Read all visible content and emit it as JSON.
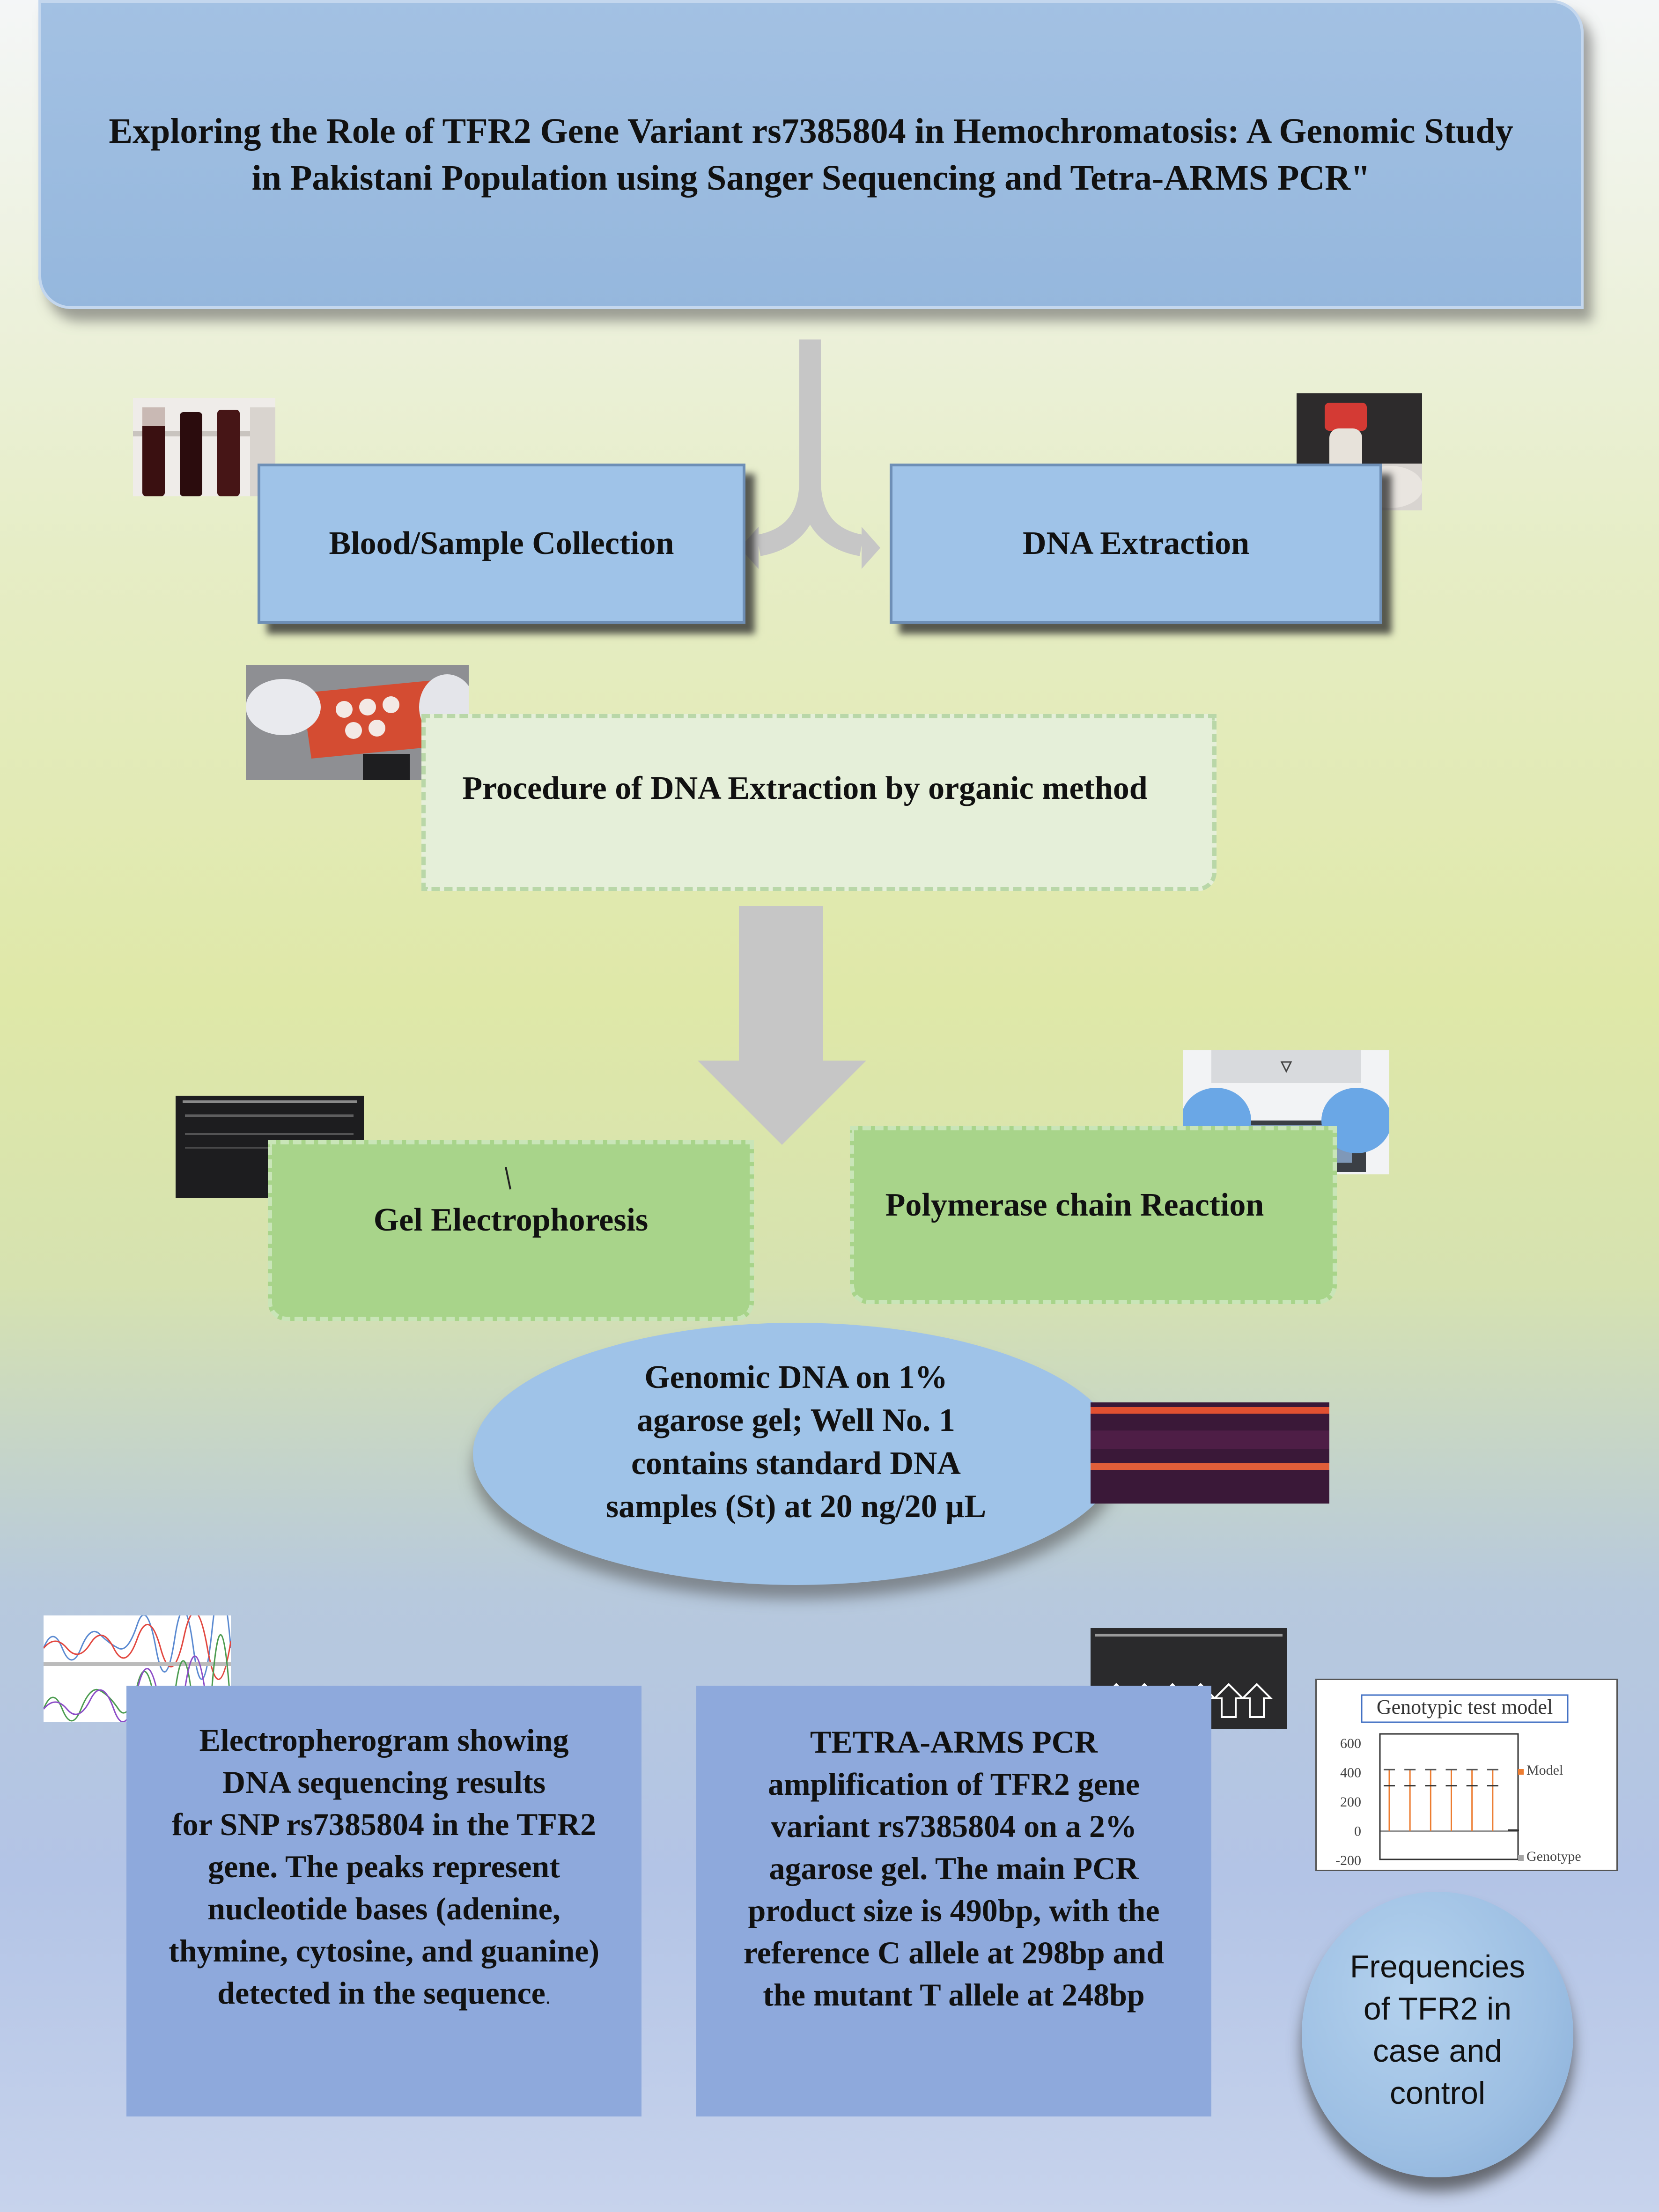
{
  "title": "Exploring the Role of TFR2 Gene Variant rs7385804 in Hemochromatosis: A Genomic Study in Pakistani Population using Sanger Sequencing and Tetra-ARMS PCR\"",
  "steps": {
    "blood": "Blood/Sample Collection",
    "dna_extraction": "DNA Extraction",
    "procedure": "Procedure of DNA Extraction by organic method",
    "gel": "Gel Electrophoresis",
    "pcr": "Polymerase chain Reaction"
  },
  "genomic_dna": {
    "lines": [
      "Genomic DNA on 1%",
      "agarose gel; Well No. 1",
      "contains standard DNA",
      "samples (St) at 20 ng/20 µL"
    ]
  },
  "electropherogram": {
    "lines": [
      "Electropherogram showing",
      "DNA sequencing results",
      "for SNP rs7385804 in the TFR2",
      "gene. The peaks represent",
      "nucleotide bases (adenine,",
      "thymine, cytosine, and guanine)",
      "detected in the sequence"
    ],
    "trailing": "."
  },
  "tetra_arms": {
    "lines": [
      "TETRA-ARMS PCR",
      "amplification of TFR2 gene",
      "variant rs7385804 on a 2%",
      "agarose gel. The main PCR",
      "product size is 490bp, with the",
      "reference C allele at 298bp and",
      "the mutant T allele at 248bp"
    ]
  },
  "frequencies": {
    "lines": [
      "Frequencies",
      "of TFR2 in",
      "case and",
      "control"
    ]
  },
  "chart_data": {
    "type": "bar",
    "title": "Genotypic test model",
    "yticks": [
      "600",
      "400",
      "200",
      "0",
      "-200"
    ],
    "ylim": [
      -200,
      600
    ],
    "legend": [
      "Model",
      "Genotype"
    ],
    "legend_position": "right",
    "series_colors": {
      "Model": "#ed7d31",
      "Genotype": "#a5a5a5"
    },
    "groups": [
      {
        "center": 310,
        "high": 420,
        "low": 0
      },
      {
        "center": 310,
        "high": 420,
        "low": 0
      },
      {
        "center": 310,
        "high": 420,
        "low": 0
      },
      {
        "center": 310,
        "high": 420,
        "low": 0
      },
      {
        "center": 310,
        "high": 420,
        "low": 0
      },
      {
        "center": 310,
        "high": 420,
        "low": 0
      },
      {
        "center": 5,
        "high": 8,
        "low": 0
      }
    ]
  }
}
